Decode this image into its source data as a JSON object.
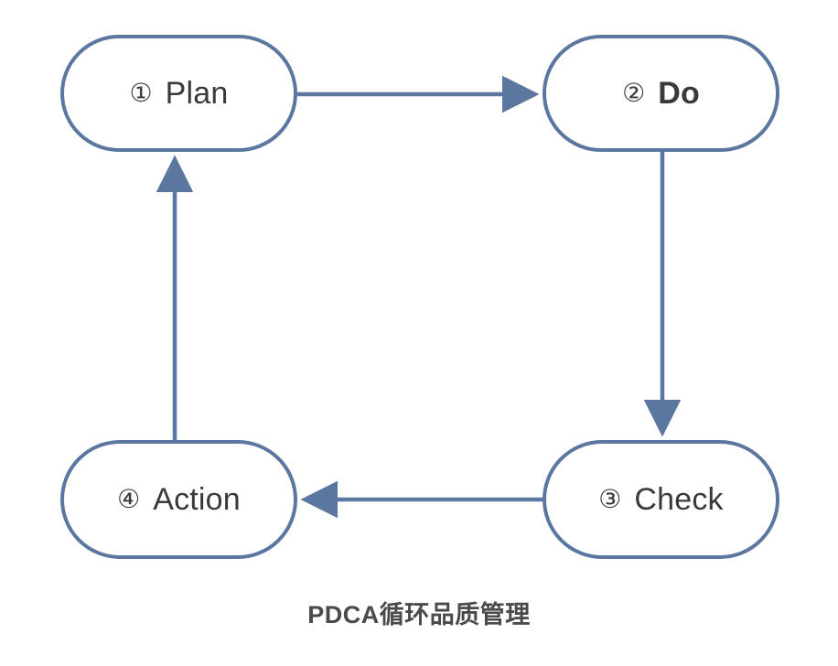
{
  "diagram": {
    "title": "PDCA循环品质管理",
    "type": "cycle-flowchart",
    "accent_color": "#5B77A0",
    "text_color": "#3a3a3a",
    "background_color": "#ffffff",
    "nodes": [
      {
        "id": "plan",
        "marker": "①",
        "label": "Plan",
        "position": "top-left"
      },
      {
        "id": "do",
        "marker": "②",
        "label": "Do",
        "position": "top-right"
      },
      {
        "id": "check",
        "marker": "③",
        "label": "Check",
        "position": "bottom-right"
      },
      {
        "id": "action",
        "marker": "④",
        "label": "Action",
        "position": "bottom-left"
      }
    ],
    "connectors": [
      {
        "id": "plan-to-do",
        "from": "plan",
        "to": "do",
        "direction": "right"
      },
      {
        "id": "do-to-check",
        "from": "do",
        "to": "check",
        "direction": "down"
      },
      {
        "id": "check-to-action",
        "from": "check",
        "to": "action",
        "direction": "left"
      },
      {
        "id": "action-to-plan",
        "from": "action",
        "to": "plan",
        "direction": "up"
      }
    ]
  },
  "caption": {
    "text": "PDCA循环品质管理"
  }
}
